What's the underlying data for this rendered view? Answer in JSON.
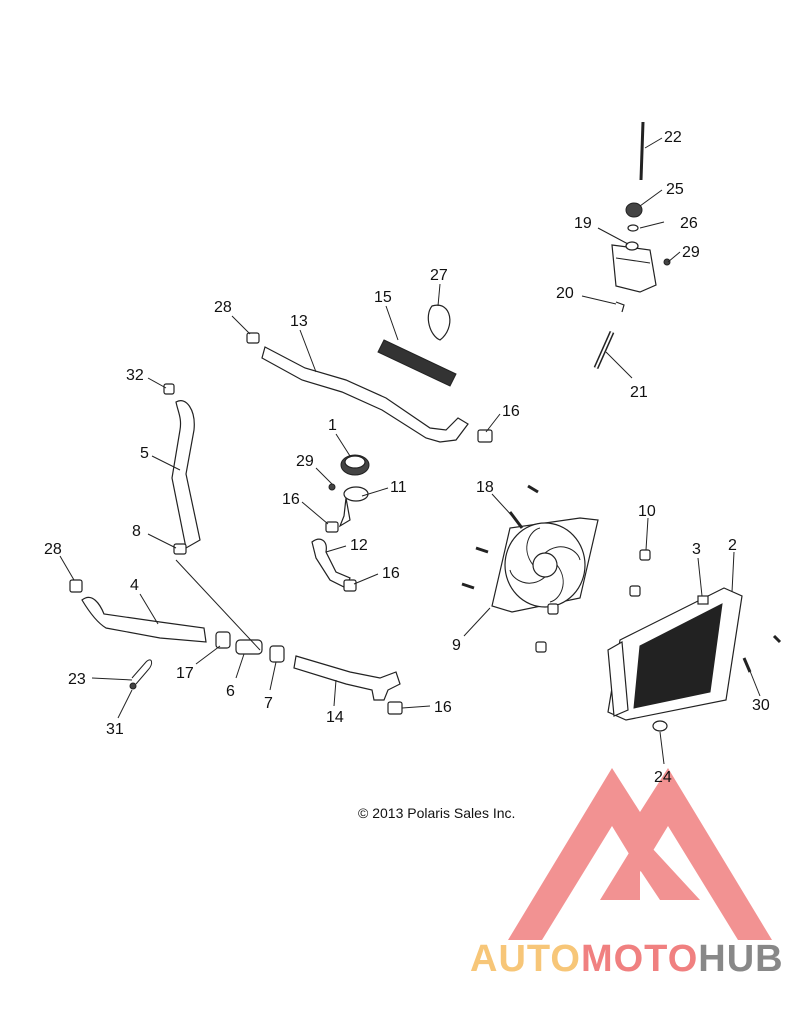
{
  "callouts": {
    "c1": "1",
    "c2": "2",
    "c3": "3",
    "c4": "4",
    "c5": "5",
    "c6": "6",
    "c7": "7",
    "c8": "8",
    "c9": "9",
    "c10": "10",
    "c11": "11",
    "c12": "12",
    "c13": "13",
    "c14": "14",
    "c15": "15",
    "c16a": "16",
    "c16b": "16",
    "c16c": "16",
    "c16d": "16",
    "c17": "17",
    "c18": "18",
    "c19": "19",
    "c20": "20",
    "c21": "21",
    "c22": "22",
    "c23": "23",
    "c24": "24",
    "c25": "25",
    "c26": "26",
    "c27": "27",
    "c28a": "28",
    "c28b": "28",
    "c29a": "29",
    "c29b": "29",
    "c30": "30",
    "c31": "31",
    "c32": "32"
  },
  "copyright": "© 2013 Polaris Sales Inc.",
  "watermark": {
    "part1": "AUTO",
    "part2": "MOTO",
    "part3": "HUB",
    "color_light": "#f7c678",
    "color_accent": "#f08080",
    "color_dark": "#888888"
  }
}
